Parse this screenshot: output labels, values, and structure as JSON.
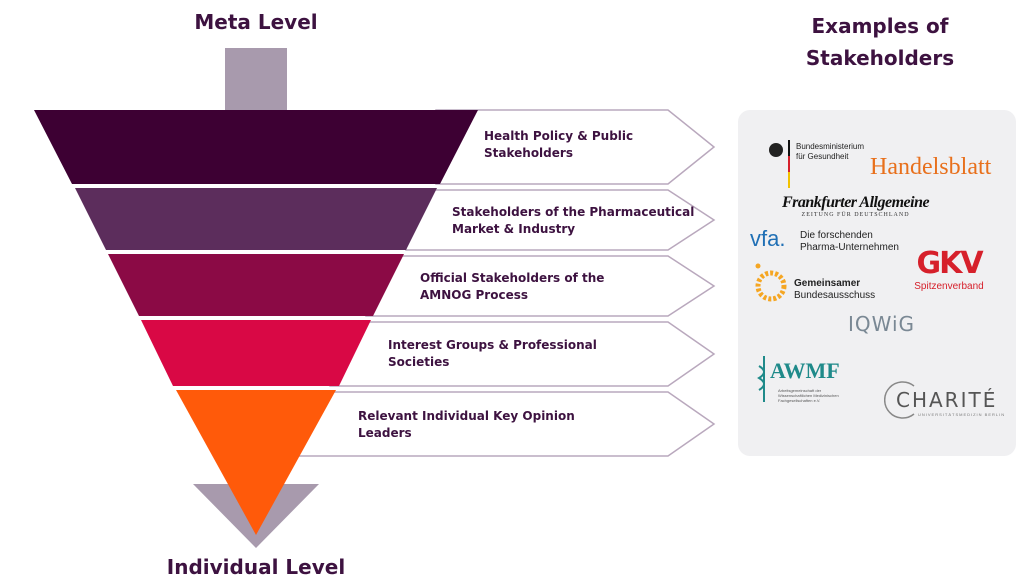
{
  "titles": {
    "meta_level": "Meta Level",
    "individual_level": "Individual Level",
    "examples": "Examples of Stakeholders"
  },
  "levels": [
    {
      "line1": "Health Policy & Public",
      "line2": "Stakeholders",
      "color": "#3d0033"
    },
    {
      "line1": "Stakeholders of the Pharmaceutical",
      "line2": "Market & Industry",
      "color": "#5c2d5c"
    },
    {
      "line1": "Official Stakeholders of the",
      "line2": "AMNOG Process",
      "color": "#8b0a45"
    },
    {
      "line1": "Interest Groups & Professional",
      "line2": "Societies",
      "color": "#d90845"
    },
    {
      "line1": "Relevant Individual Key Opinion",
      "line2": "Leaders",
      "color": "#ff5a0a"
    }
  ],
  "logos": {
    "bmg_line1": "Bundesministerium",
    "bmg_line2": "für Gesundheit",
    "handelsblatt": "Handelsblatt",
    "faz": "Frankfurter Allgemeine",
    "faz_sub": "ZEITUNG FÜR DEUTSCHLAND",
    "vfa": "vfa.",
    "vfa_line1": "Die forschenden",
    "vfa_line2": "Pharma-Unternehmen",
    "gba_line1": "Gemeinsamer",
    "gba_line2": "Bundesausschuss",
    "gkv": "GKV",
    "gkv_sub": "Spitzenverband",
    "iqwig": "IQWiG",
    "awmf": "AWMF",
    "awmf_sub": "Arbeitsgemeinschaft der Wissenschaftlichen Medizinischen Fachgesellschaften e.V.",
    "charite": "CHARITÉ",
    "charite_sub": "UNIVERSITÄTSMEDIZIN BERLIN"
  },
  "colors": {
    "arrow_stem": "#a89aad",
    "outline": "#b9a8bd",
    "panel": "#f0f0f2"
  }
}
